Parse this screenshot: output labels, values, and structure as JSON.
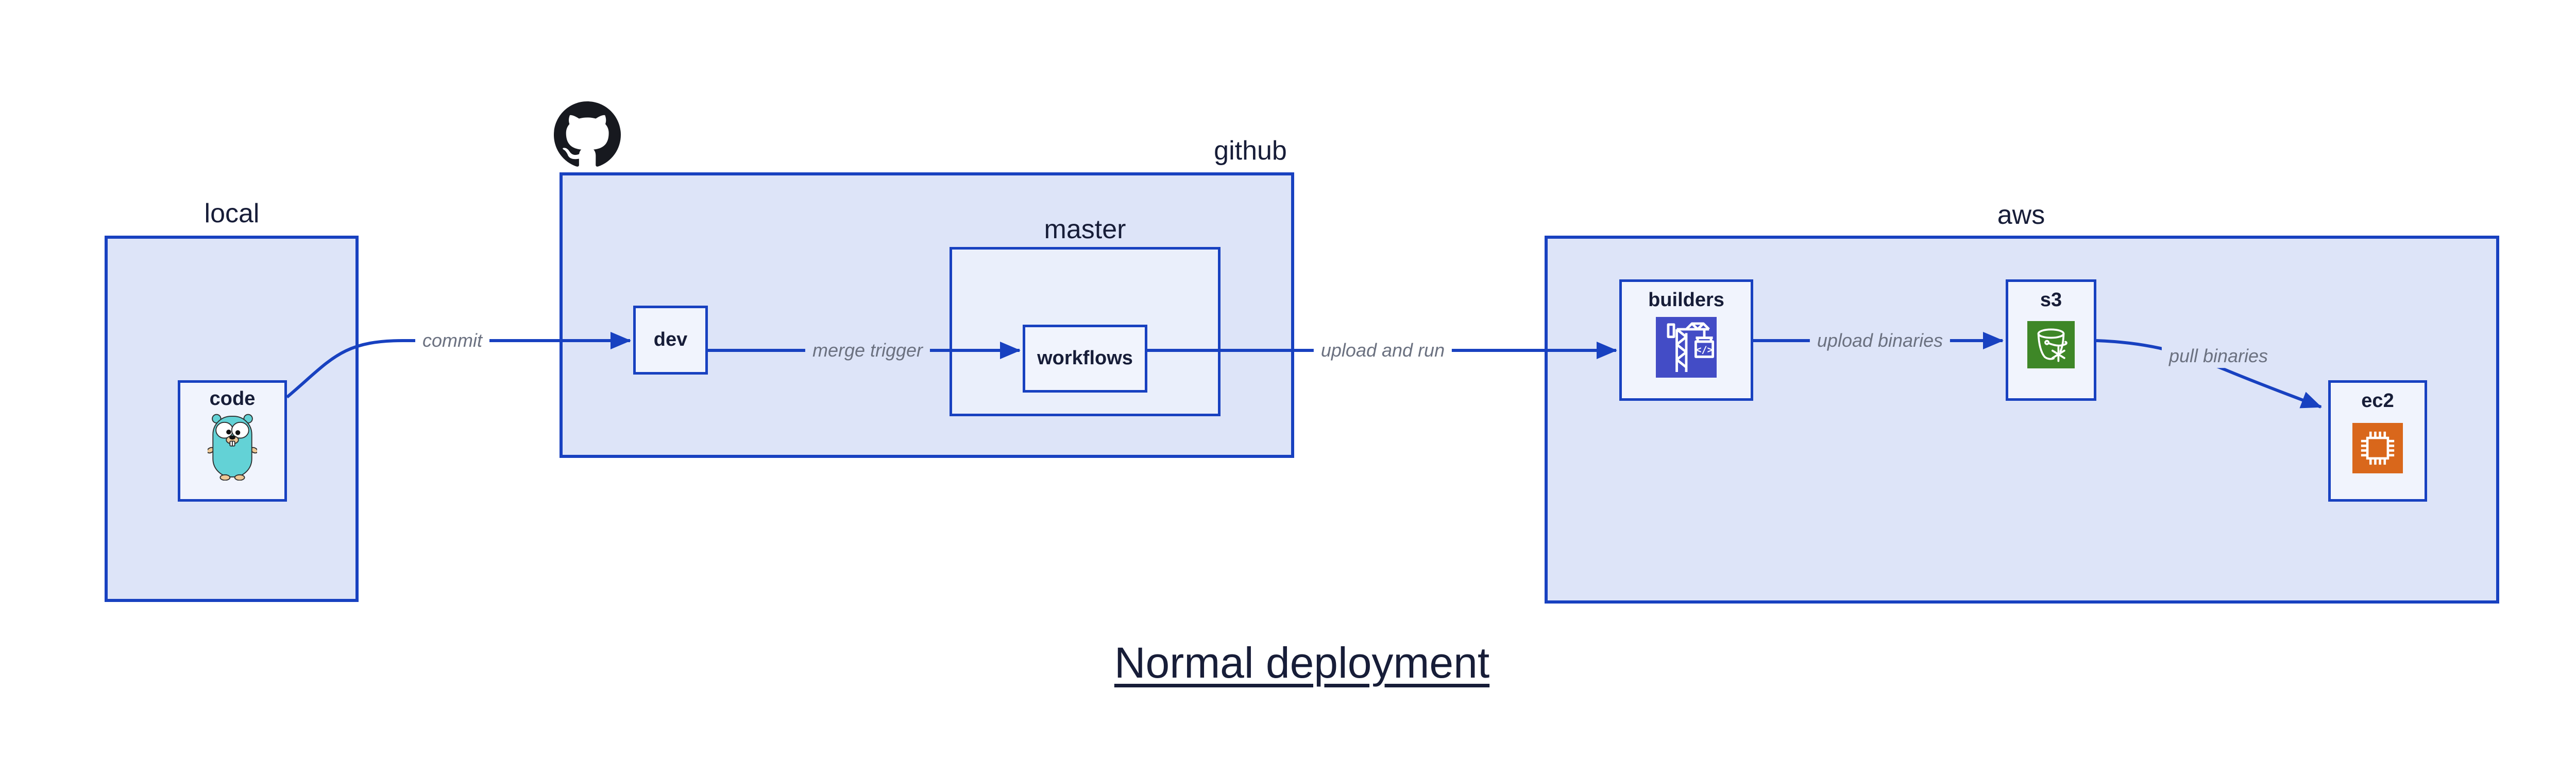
{
  "title": {
    "text": "Normal deployment"
  },
  "groups": {
    "local": {
      "label": "local"
    },
    "github": {
      "label": "github"
    },
    "master": {
      "label": "master"
    },
    "aws": {
      "label": "aws"
    }
  },
  "nodes": {
    "code": {
      "label": "code"
    },
    "dev": {
      "label": "dev"
    },
    "workflows": {
      "label": "workflows"
    },
    "builders": {
      "label": "builders"
    },
    "s3": {
      "label": "s3"
    },
    "ec2": {
      "label": "ec2"
    }
  },
  "edges": {
    "commit": {
      "label": "commit"
    },
    "merge_trigger": {
      "label": "merge trigger"
    },
    "upload_and_run": {
      "label": "upload and run"
    },
    "upload_binaries": {
      "label": "upload binaries"
    },
    "pull_binaries": {
      "label": "pull binaries"
    }
  },
  "icons": {
    "github": "github-octocat-mark",
    "code": "go-gopher-mascot",
    "builders": "aws-codebuild-crane",
    "s3": "s3-glacier-bucket-snowflake",
    "ec2": "ec2-processor-chip"
  },
  "colors": {
    "accent_blue": "#1841c0",
    "fill_outer": "#dde4f8",
    "fill_mid": "#eaeffb",
    "fill_node": "#f1f4fd",
    "text_navy": "#171d38",
    "label_gray": "#6b7180",
    "octocat_black": "#17191f",
    "codebuild_indigo": "#434cc6",
    "s3_green": "#3e8727",
    "ec2_orange": "#d9671b",
    "gopher_teal": "#63d2d6",
    "gopher_tan": "#eec795",
    "icon_stroke": "#ffffff"
  }
}
